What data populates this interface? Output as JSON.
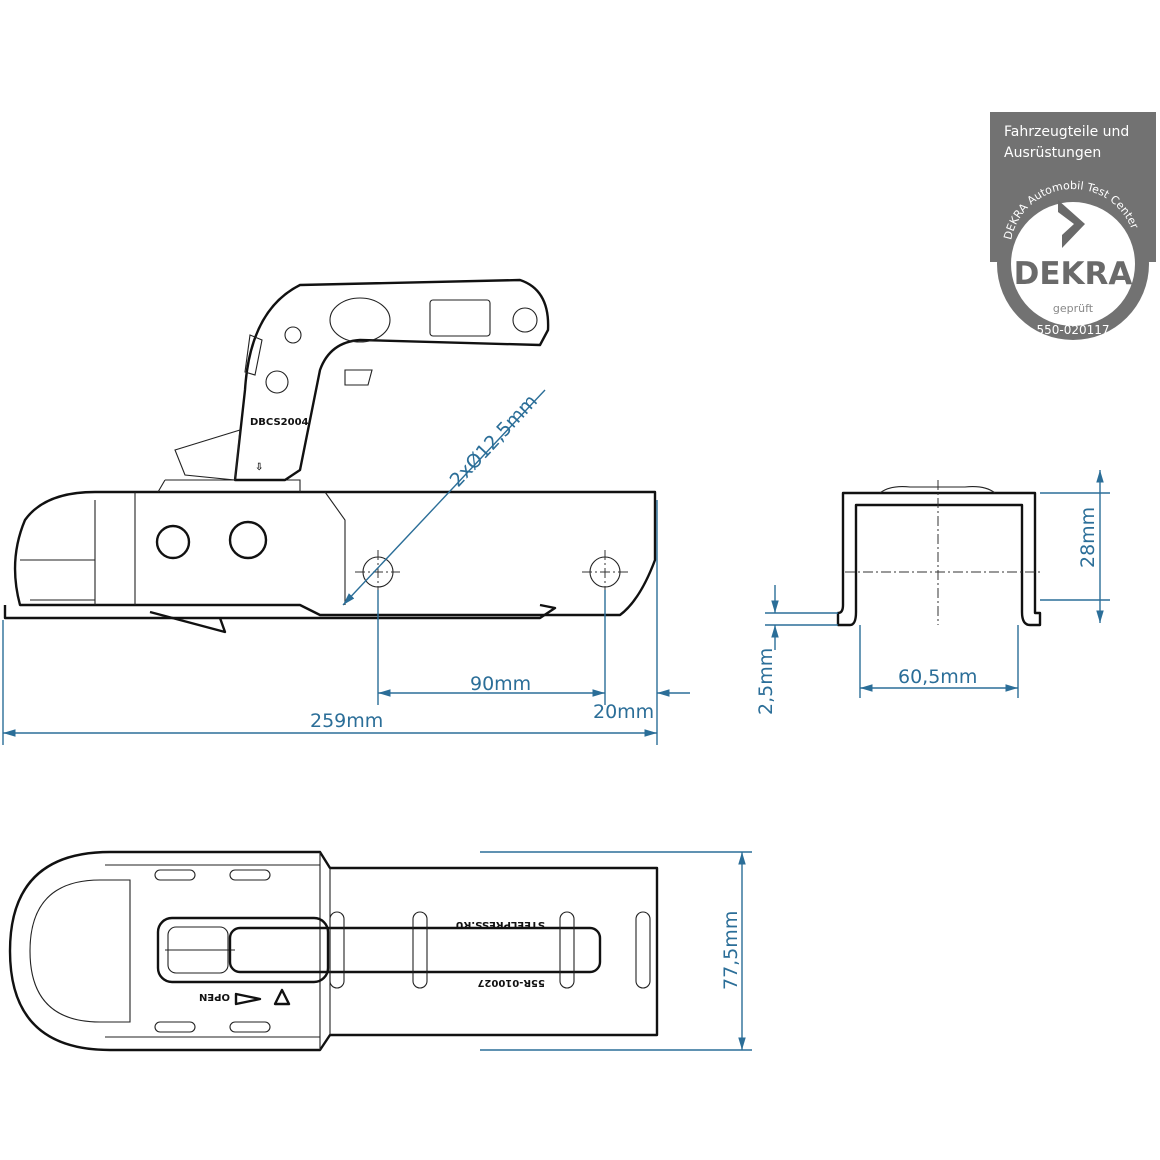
{
  "dimensions": {
    "holes": "2xØ12,5mm",
    "hole_spacing": "90mm",
    "edge_offset": "20mm",
    "overall_length": "259mm",
    "channel_height": "28mm",
    "sheet_thickness": "2,5mm",
    "channel_width": "60,5mm",
    "body_width": "77,5mm"
  },
  "markings": {
    "brand": "STEELPRESS.RU",
    "approval": "55R-010027",
    "open_label": "OPEN"
  },
  "badge": {
    "line1": "Fahrzeugteile und",
    "line2": "Ausrüstungen",
    "ring_text": "DEKRA Automobil Test Center",
    "logo": "DEKRA",
    "checked": "geprüft",
    "number": "550-020117"
  },
  "colors": {
    "dimension": "#2b6e98",
    "badge_gray": "#6f6f6f"
  }
}
